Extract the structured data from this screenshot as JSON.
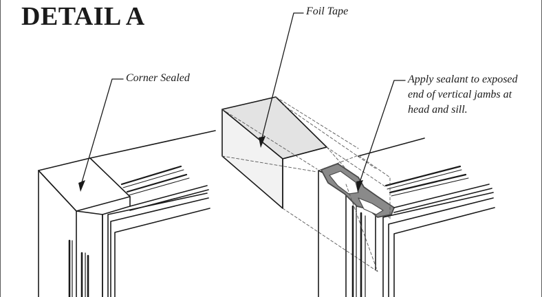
{
  "detail": {
    "title": "DETAIL A"
  },
  "callouts": {
    "corner_sealed": "Corner Sealed",
    "foil_tape": "Foil Tape",
    "apply_sealant": [
      "Apply sealant to exposed",
      "end of vertical jambs at",
      "head and sill."
    ]
  },
  "colors": {
    "line": "#1a1a1a",
    "tape_face": "#e3e3e3",
    "tape_front": "#f2f2f2",
    "sealant": "#8a8a8a",
    "sealant_dark": "#4a4a4a"
  }
}
